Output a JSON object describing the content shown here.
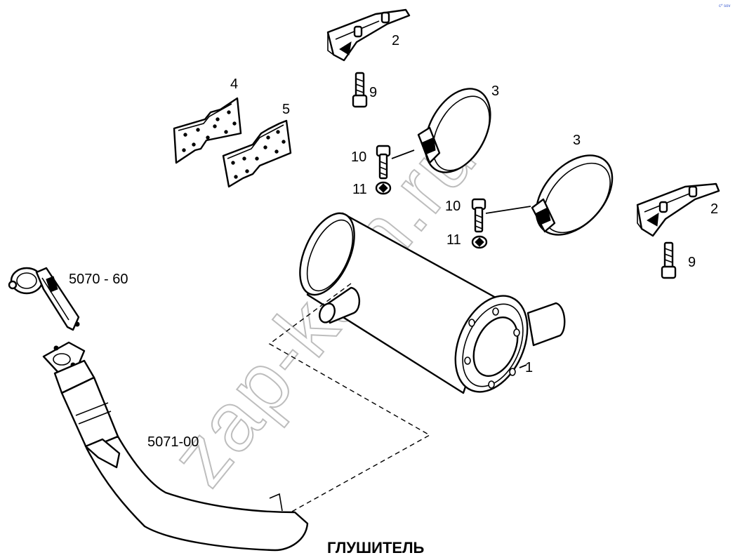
{
  "title": "ГЛУШИТЕЛЬ",
  "watermark": "zap-kam.ru",
  "corner_mark": "c* sov",
  "labels": {
    "muffler": "1",
    "bracket_top": "2",
    "bracket_right": "2",
    "clamp_top": "3",
    "clamp_right": "3",
    "gasket_4": "4",
    "gasket_5": "5",
    "bolt_9_top": "9",
    "bolt_9_right": "9",
    "bolt_10_left": "10",
    "bolt_10_right": "10",
    "nut_11_left": "11",
    "nut_11_right": "11",
    "assembly_5070": "5070 - 60",
    "assembly_5071": "5071-00"
  }
}
